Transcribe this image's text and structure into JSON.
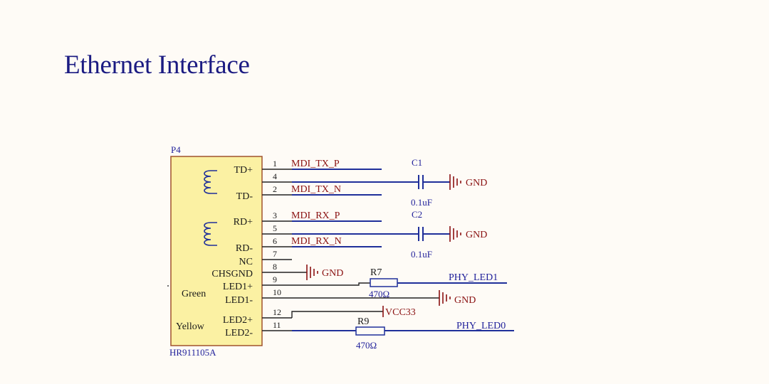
{
  "title": "Ethernet Interface",
  "connector": {
    "designator": "P4",
    "part_number": "HR911105A",
    "group_labels": {
      "green": "Green",
      "yellow": "Yellow"
    },
    "inner_pins": [
      {
        "label": "TD+",
        "number": "1",
        "net": "MDI_TX_P"
      },
      {
        "label": "",
        "number": "4",
        "net": ""
      },
      {
        "label": "TD-",
        "number": "2",
        "net": "MDI_TX_N"
      },
      {
        "label": "RD+",
        "number": "3",
        "net": "MDI_RX_P"
      },
      {
        "label": "",
        "number": "5",
        "net": ""
      },
      {
        "label": "RD-",
        "number": "6",
        "net": "MDI_RX_N"
      },
      {
        "label": "NC",
        "number": "7",
        "net": ""
      },
      {
        "label": "CHSGND",
        "number": "8",
        "net": ""
      },
      {
        "label": "LED1+",
        "number": "9",
        "net": ""
      },
      {
        "label": "LED1-",
        "number": "10",
        "net": ""
      },
      {
        "label": "LED2+",
        "number": "12",
        "net": ""
      },
      {
        "label": "LED2-",
        "number": "11",
        "net": ""
      }
    ]
  },
  "capacitors": [
    {
      "designator": "C1",
      "value": "0.1uF",
      "ground": "GND"
    },
    {
      "designator": "C2",
      "value": "0.1uF",
      "ground": "GND"
    }
  ],
  "resistors": [
    {
      "designator": "R7",
      "value": "470Ω",
      "net": "PHY_LED1"
    },
    {
      "designator": "R9",
      "value": "470Ω",
      "net": "PHY_LED0"
    }
  ],
  "extra_grounds": [
    "GND",
    "GND"
  ],
  "power": "VCC33",
  "colors": {
    "wire": "#1f2f9a",
    "net": "#8a1111",
    "body": "#fbf1a3",
    "body_border": "#a0522d"
  }
}
